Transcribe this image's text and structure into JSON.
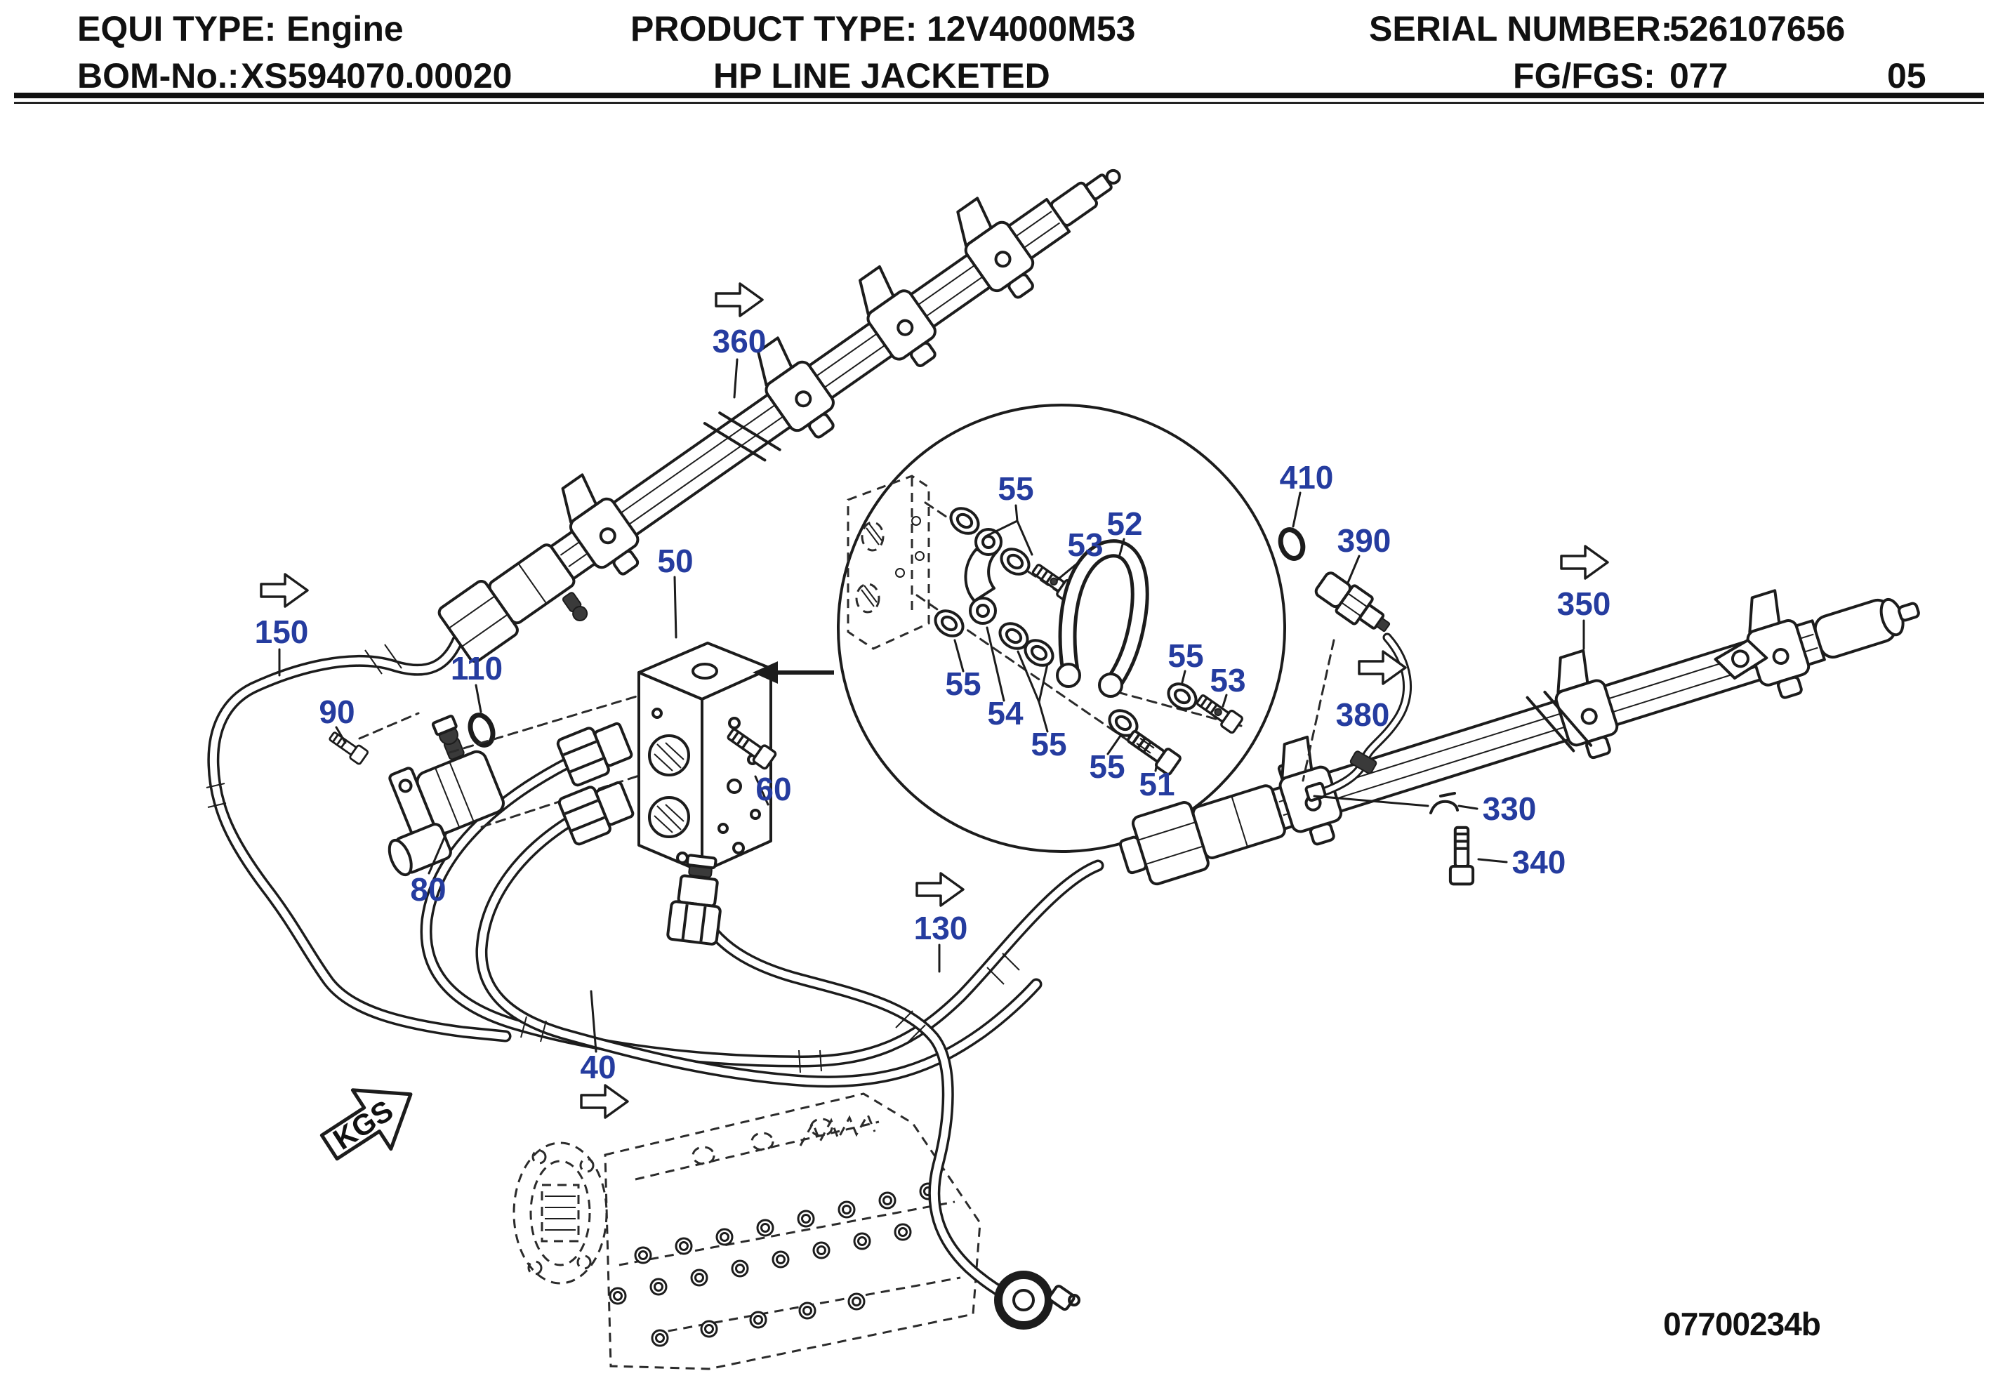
{
  "header": {
    "equi_type": {
      "label": "EQUI TYPE:",
      "value": "Engine"
    },
    "product_type": {
      "label": "PRODUCT TYPE:",
      "value": "12V4000M53"
    },
    "serial_number": {
      "label": "SERIAL NUMBER:",
      "value": "526107656"
    },
    "bom_no": {
      "label": "BOM-No.:",
      "value": "XS594070.00020"
    },
    "drawing_title": "HP LINE JACKETED",
    "fg_fgs": {
      "label": "FG/FGS:",
      "value": "077"
    },
    "sheet_number": "05"
  },
  "diagram": {
    "drawing_number": "07700234b",
    "kgs_flag": "KGS",
    "callouts": [
      {
        "ref": "360"
      },
      {
        "ref": "150"
      },
      {
        "ref": "90"
      },
      {
        "ref": "110"
      },
      {
        "ref": "50"
      },
      {
        "ref": "80"
      },
      {
        "ref": "60"
      },
      {
        "ref": "130"
      },
      {
        "ref": "40"
      },
      {
        "ref": "410"
      },
      {
        "ref": "390"
      },
      {
        "ref": "350"
      },
      {
        "ref": "380"
      },
      {
        "ref": "330"
      },
      {
        "ref": "340"
      },
      {
        "ref": "55"
      },
      {
        "ref": "53"
      },
      {
        "ref": "52"
      },
      {
        "ref": "55"
      },
      {
        "ref": "54"
      },
      {
        "ref": "55"
      },
      {
        "ref": "55"
      },
      {
        "ref": "53"
      },
      {
        "ref": "55"
      },
      {
        "ref": "51"
      }
    ]
  },
  "colors": {
    "callout_blue": "#253c9f",
    "line_black": "#1c1c1c",
    "background": "#ffffff"
  }
}
